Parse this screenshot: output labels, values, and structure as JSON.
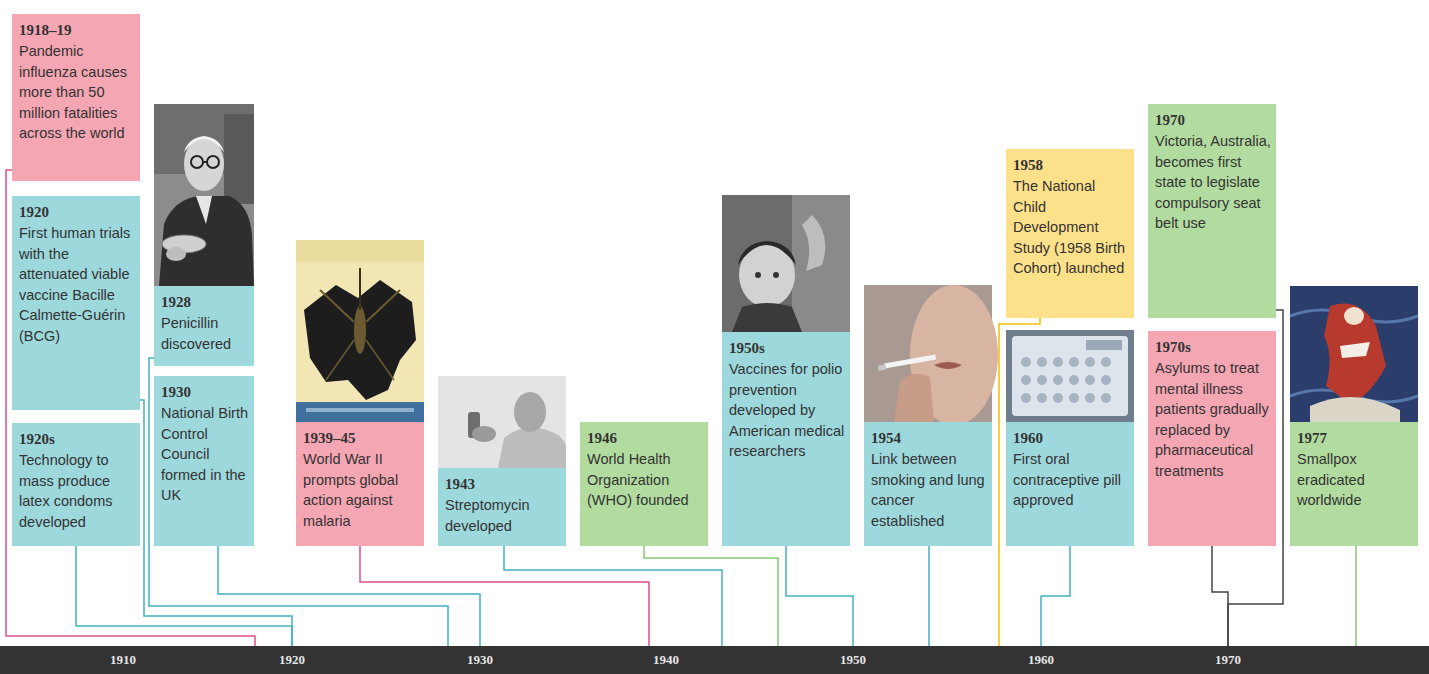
{
  "diagram": {
    "nodes": [
      {
        "text": [
          "1918–19",
          "Pandemic influenza causes more than 50 million fatalities across the world"
        ]
      },
      {
        "text": [
          "1920",
          "First human trials with the attenuated viable vaccine Bacille Calmette-Guérin (BCG)"
        ]
      },
      {
        "text": [
          "1920s",
          "Technology to mass produce latex condoms developed"
        ]
      },
      {
        "text": [
          "1928",
          "Penicillin discovered"
        ]
      },
      {
        "text": [
          "1930",
          "National Birth Control Council formed in the UK"
        ]
      },
      {
        "text": [
          "1939–45",
          "World War II prompts global action against malaria"
        ]
      },
      {
        "text": [
          "1943",
          "Streptomycin developed"
        ]
      },
      {
        "text": [
          "1946",
          "World Health Organization (WHO) founded"
        ]
      },
      {
        "text": [
          "1950s",
          "Vaccines for polio prevention developed by American medical researchers"
        ]
      },
      {
        "text": [
          "1954",
          "Link between smoking and lung cancer established"
        ]
      },
      {
        "text": [
          "1958",
          "The National Child Development Study (1958 Birth Cohort) launched"
        ]
      },
      {
        "text": [
          "1960",
          "First oral contraceptive pill approved"
        ]
      },
      {
        "text": [
          "1970",
          "Victoria, Australia, becomes first state to legislate compulsory seat belt use"
        ]
      },
      {
        "text": [
          "1970s",
          "Asylums to treat mental illness patients gradually replaced by pharmaceutical treatments"
        ]
      },
      {
        "text": [
          "1977",
          "Smallpox eradicated worldwide"
        ]
      },
      {
        "text": [
          "1910",
          "1920",
          "1930",
          "1940",
          "1950",
          "1960",
          "1970"
        ]
      }
    ],
    "edges": [
      {
        "from": 0,
        "to": 15,
        "arrow": "none"
      },
      {
        "from": 1,
        "to": 15,
        "arrow": "none"
      },
      {
        "from": 2,
        "to": 15,
        "arrow": "none"
      },
      {
        "from": 3,
        "to": 15,
        "arrow": "none"
      },
      {
        "from": 4,
        "to": 15,
        "arrow": "none"
      },
      {
        "from": 5,
        "to": 15,
        "arrow": "none"
      },
      {
        "from": 6,
        "to": 15,
        "arrow": "none"
      },
      {
        "from": 7,
        "to": 15,
        "arrow": "none"
      },
      {
        "from": 8,
        "to": 15,
        "arrow": "none"
      },
      {
        "from": 9,
        "to": 15,
        "arrow": "none"
      },
      {
        "from": 10,
        "to": 15,
        "arrow": "none"
      },
      {
        "from": 11,
        "to": 15,
        "arrow": "none"
      },
      {
        "from": 12,
        "to": 15,
        "arrow": "none"
      },
      {
        "from": 13,
        "to": 15,
        "arrow": "none"
      },
      {
        "from": 14,
        "to": 15,
        "arrow": "none"
      }
    ]
  }
}
